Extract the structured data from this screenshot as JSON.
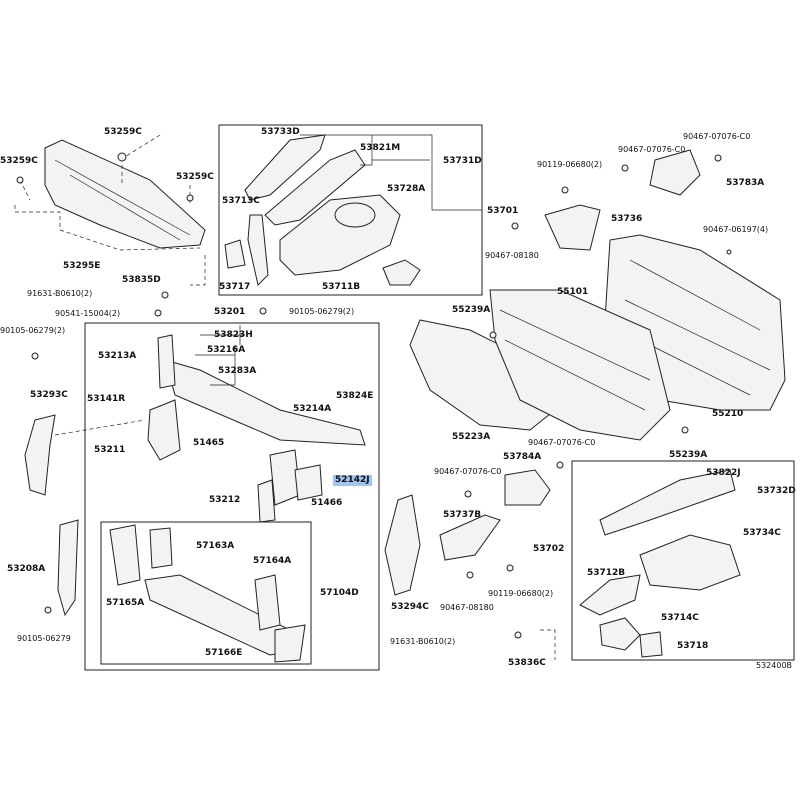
{
  "parts": {
    "p53259c_a": "53259C",
    "p53259c_b": "53259C",
    "p53259c_c": "53259C",
    "p53295e": "53295E",
    "p53733d": "53733D",
    "p53821m": "53821M",
    "p53731d": "53731D",
    "p53728a": "53728A",
    "p53713c": "53713C",
    "p53701": "53701",
    "p53717": "53717",
    "p53711b": "53711B",
    "p53835d": "53835D",
    "p53783a": "53783A",
    "p53736": "53736",
    "p55101": "55101",
    "p55239a_a": "55239A",
    "p55239a_b": "55239A",
    "p55223a": "55223A",
    "p55210": "55210",
    "p53201": "53201",
    "p53823h": "53823H",
    "p53213a": "53213A",
    "p53216a": "53216A",
    "p53283a": "53283A",
    "p53141r": "53141R",
    "p53293c": "53293C",
    "p53824e": "53824E",
    "p53214a": "53214A",
    "p53211": "53211",
    "p51465": "51465",
    "p52142j": "52142J",
    "p53212": "53212",
    "p51466": "51466",
    "p57163a": "57163A",
    "p57164a": "57164A",
    "p57104d": "57104D",
    "p57165a": "57165A",
    "p57166e": "57166E",
    "p53208a": "53208A",
    "p53784a": "53784A",
    "p53737b": "53737B",
    "p53702": "53702",
    "p53294c": "53294C",
    "p53822j": "53822J",
    "p53732d": "53732D",
    "p53734c": "53734C",
    "p53712b": "53712B",
    "p53714c": "53714C",
    "p53718": "53718",
    "p53836c": "53836C"
  },
  "codes": {
    "c91631_a": "91631-B0610(2)",
    "c90541": "90541-15004(2)",
    "c90105_2": "90105-06279(2)",
    "c90105_2b": "90105-06279(2)",
    "c90105": "90105-06279",
    "c90467_c0_a": "90467-07076-C0",
    "c90467_c0_b": "90467-07076-C0",
    "c90119_a": "90119-06680(2)",
    "c90467_08180_a": "90467-08180",
    "c90467_06197": "90467-06197(4)",
    "c90467_c0_c": "90467-07076-C0",
    "c90467_c0_d": "90467-07076-C0",
    "c90119_b": "90119-06680(2)",
    "c90467_08180_b": "90467-08180",
    "c91631_b": "91631-B0610(2)"
  },
  "figure_id": "532400B",
  "colors": {
    "highlight": "#9fc4f0",
    "ink": "#222222",
    "part_fill": "#f3f3f3"
  }
}
